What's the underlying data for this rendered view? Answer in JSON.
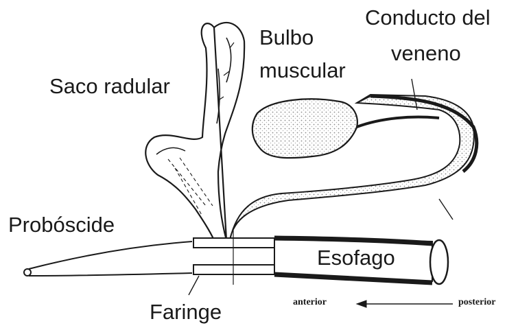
{
  "labels": {
    "saco_radular": "Saco radular",
    "bulbo_line1": "Bulbo",
    "bulbo_line2": "muscular",
    "conducto_line1": "Conducto del",
    "conducto_line2": "veneno",
    "proboscide": "Probóscide",
    "esofago": "Esofago",
    "faringe": "Faringe",
    "anterior": "anterior",
    "posterior": "posterior"
  },
  "colors": {
    "line": "#1a1a1a",
    "stipple": "#9a9a9a",
    "background": "#ffffff"
  }
}
